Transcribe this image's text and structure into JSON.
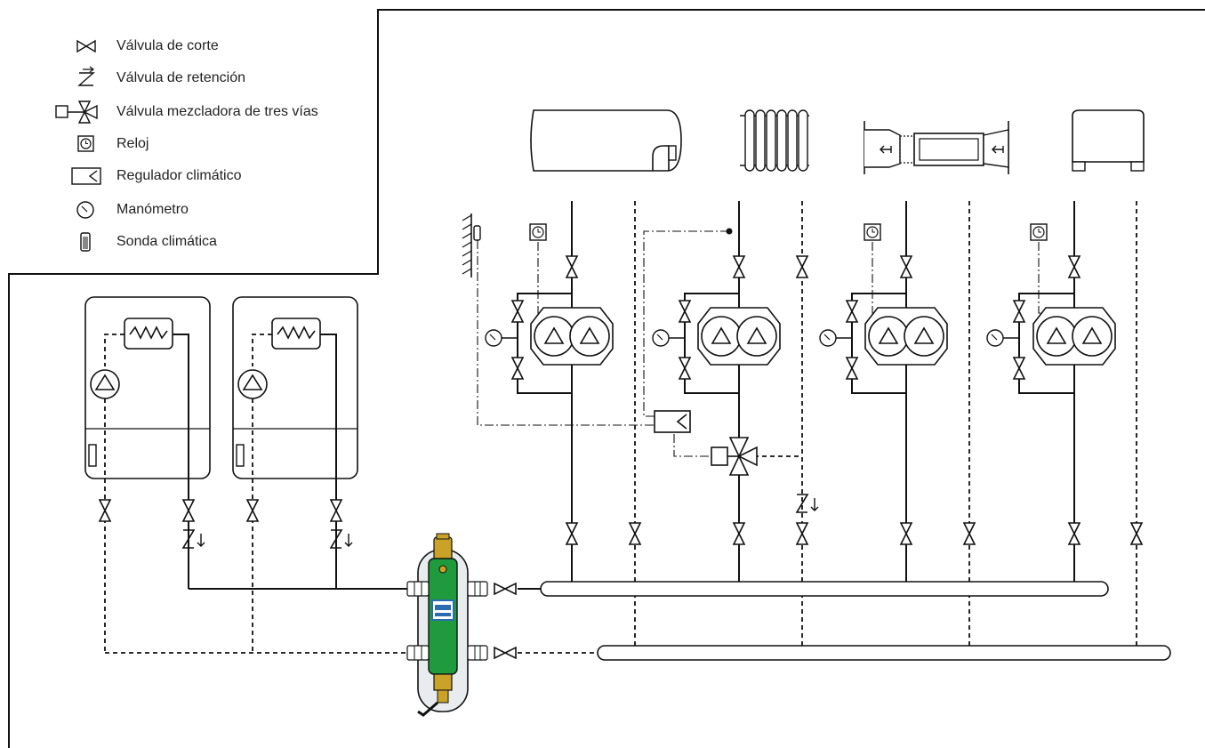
{
  "legend": {
    "items": [
      {
        "icon": "shutoff-valve-icon",
        "label": "Válvula de corte"
      },
      {
        "icon": "check-valve-icon",
        "label": "Válvula de retención"
      },
      {
        "icon": "three-way-mixing-valve-icon",
        "label": "Válvula mezcladora de tres vías"
      },
      {
        "icon": "clock-icon",
        "label": "Reloj"
      },
      {
        "icon": "climate-regulator-icon",
        "label": "Regulador climático"
      },
      {
        "icon": "pressure-gauge-icon",
        "label": "Manómetro"
      },
      {
        "icon": "climate-probe-icon",
        "label": "Sonda climática"
      }
    ]
  },
  "components": {
    "boilers": 2,
    "circuits": [
      "storage-tank",
      "radiator",
      "fan-coil",
      "radiant-unit"
    ]
  },
  "colors": {
    "line": "#111111",
    "separator_green": "#1f9a3c",
    "separator_body": "#e9ecef",
    "fitting_brass": "#c9a227",
    "label_blue": "#2b6cb0"
  }
}
